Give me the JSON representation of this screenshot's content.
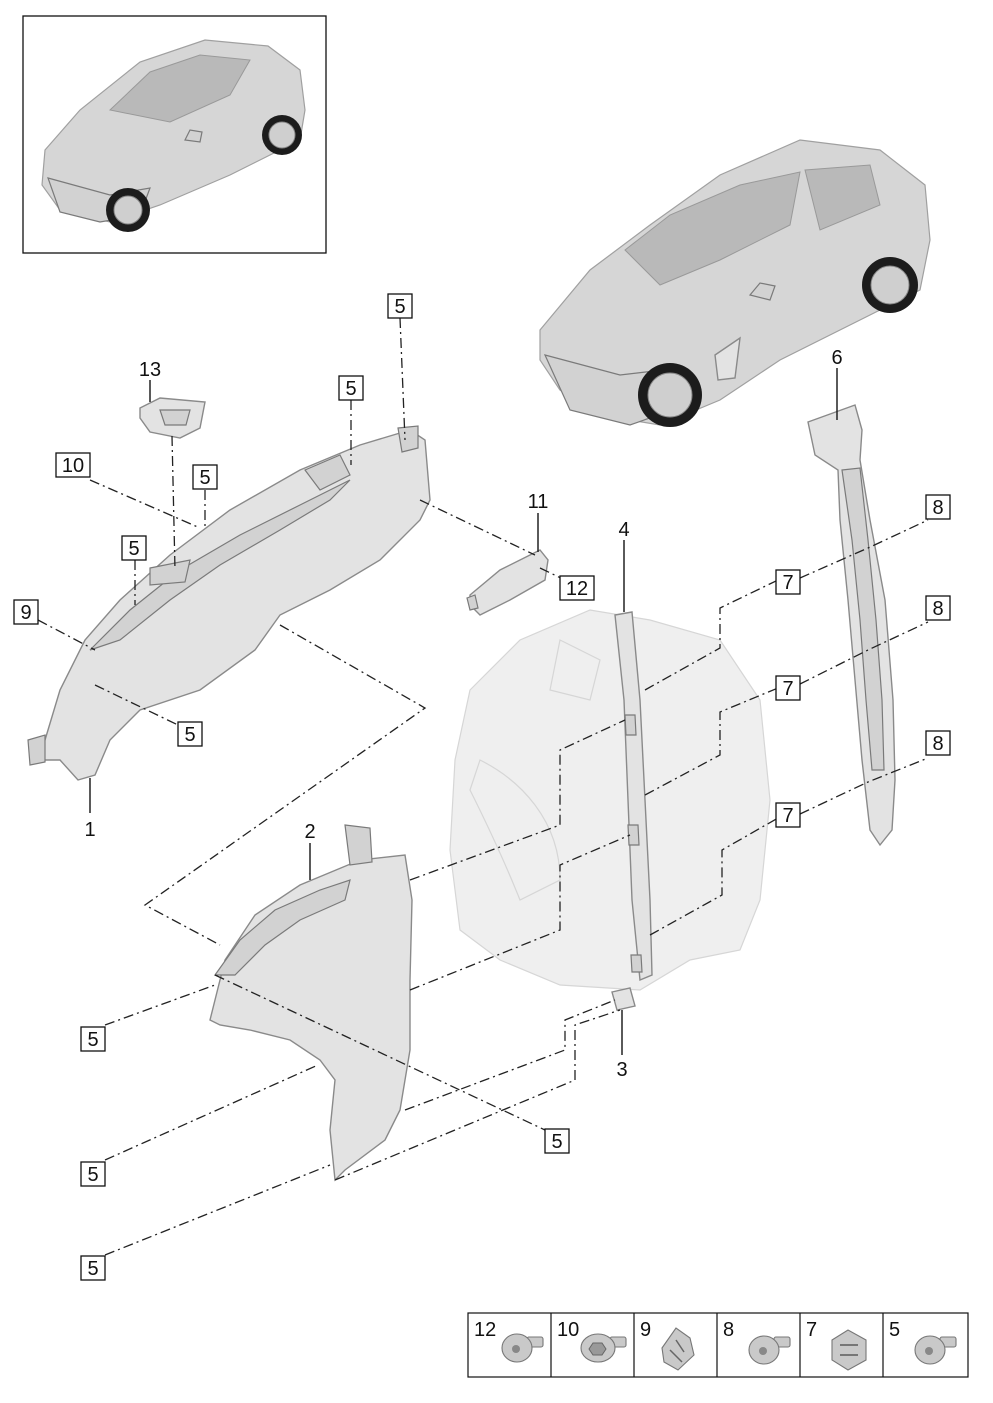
{
  "callouts": {
    "n1": "1",
    "n2": "2",
    "n3": "3",
    "n4": "4",
    "n5": "5",
    "n6": "6",
    "n7": "7",
    "n8": "8",
    "n9": "9",
    "n10": "10",
    "n11": "11",
    "n12": "12",
    "n13": "13"
  },
  "legend": [
    {
      "num": "12"
    },
    {
      "num": "10"
    },
    {
      "num": "9"
    },
    {
      "num": "8"
    },
    {
      "num": "7"
    },
    {
      "num": "5"
    }
  ]
}
